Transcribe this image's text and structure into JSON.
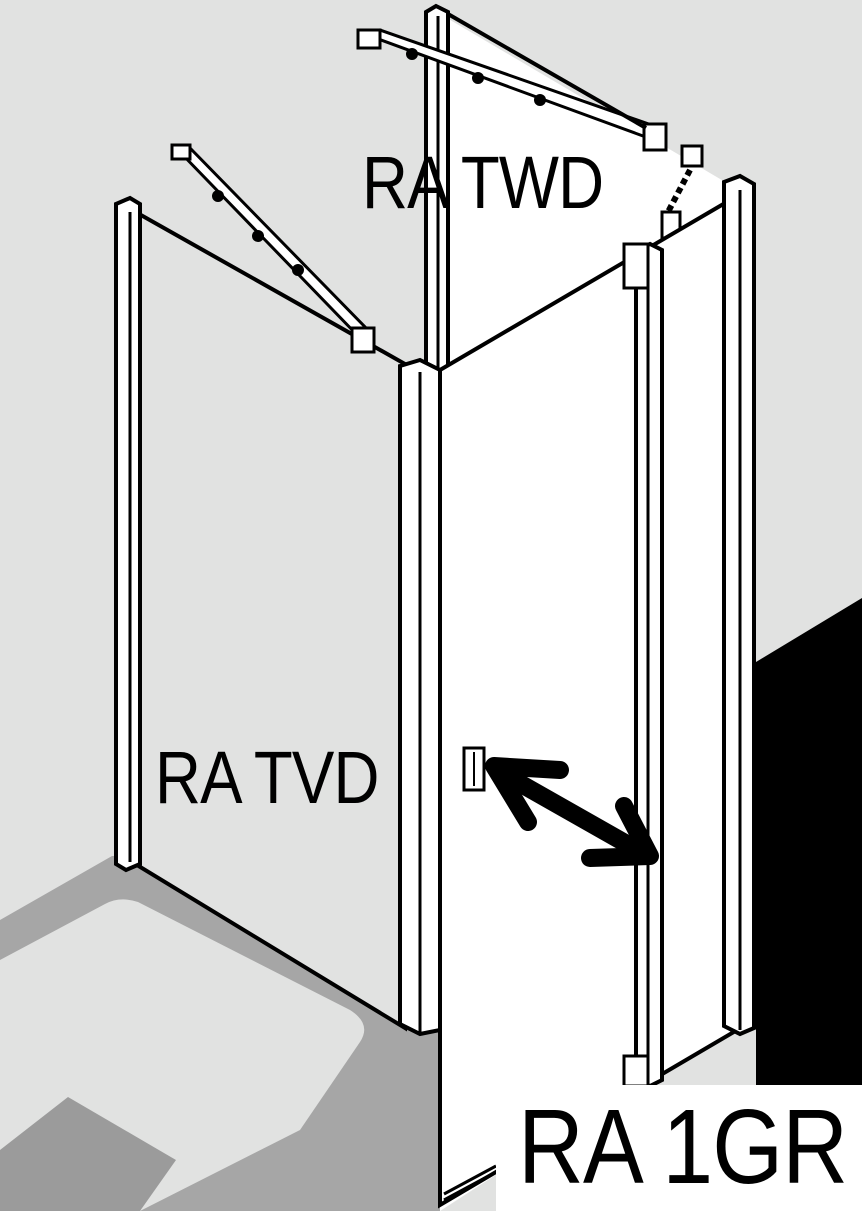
{
  "labels": {
    "top_panel": "RA TWD",
    "side_panel": "RA TVD",
    "door": "RA 1GR"
  },
  "colors": {
    "wall": "#e1e2e1",
    "tray_edge": "#a6a6a6",
    "tray_surface": "#e1e2e1",
    "floor_shade": "#9b9b9b",
    "dark_wall": "#000000",
    "glass": "#ffffff",
    "outline": "#000000"
  }
}
